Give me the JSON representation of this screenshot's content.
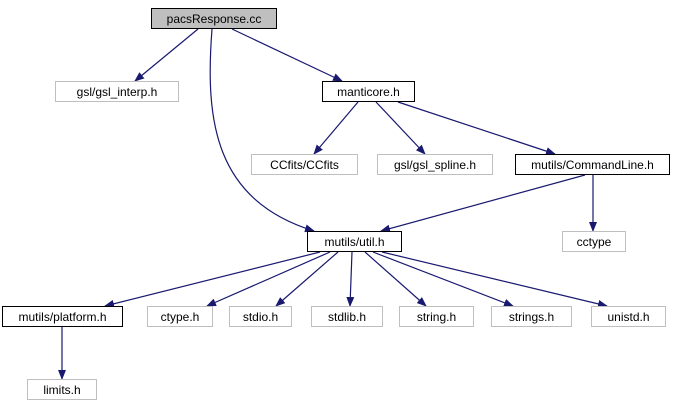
{
  "graph": {
    "nodes": {
      "pacs_response": {
        "label": "pacsResponse.cc",
        "style": "focus"
      },
      "gsl_interp": {
        "label": "gsl/gsl_interp.h",
        "style": "dim"
      },
      "manticore": {
        "label": "manticore.h",
        "style": "solid"
      },
      "ccfits": {
        "label": "CCfits/CCfits",
        "style": "dim"
      },
      "gsl_spline": {
        "label": "gsl/gsl_spline.h",
        "style": "dim"
      },
      "commandline": {
        "label": "mutils/CommandLine.h",
        "style": "solid"
      },
      "util": {
        "label": "mutils/util.h",
        "style": "solid"
      },
      "cctype": {
        "label": "cctype",
        "style": "dim"
      },
      "platform": {
        "label": "mutils/platform.h",
        "style": "solid"
      },
      "ctype": {
        "label": "ctype.h",
        "style": "dim"
      },
      "stdio": {
        "label": "stdio.h",
        "style": "dim"
      },
      "stdlib": {
        "label": "stdlib.h",
        "style": "dim"
      },
      "string": {
        "label": "string.h",
        "style": "dim"
      },
      "strings": {
        "label": "strings.h",
        "style": "dim"
      },
      "unistd": {
        "label": "unistd.h",
        "style": "dim"
      },
      "limits": {
        "label": "limits.h",
        "style": "dim"
      }
    },
    "edges": [
      [
        "pacs_response",
        "gsl_interp"
      ],
      [
        "pacs_response",
        "manticore"
      ],
      [
        "pacs_response",
        "util"
      ],
      [
        "manticore",
        "ccfits"
      ],
      [
        "manticore",
        "gsl_spline"
      ],
      [
        "manticore",
        "commandline"
      ],
      [
        "commandline",
        "util"
      ],
      [
        "commandline",
        "cctype"
      ],
      [
        "util",
        "platform"
      ],
      [
        "util",
        "ctype"
      ],
      [
        "util",
        "stdio"
      ],
      [
        "util",
        "stdlib"
      ],
      [
        "util",
        "string"
      ],
      [
        "util",
        "strings"
      ],
      [
        "util",
        "unistd"
      ],
      [
        "platform",
        "limits"
      ]
    ],
    "colors": {
      "edge": "#191970",
      "solid_border": "#000000",
      "dim_border": "#bfbfbf",
      "focus_fill": "#bfbfbf"
    }
  }
}
